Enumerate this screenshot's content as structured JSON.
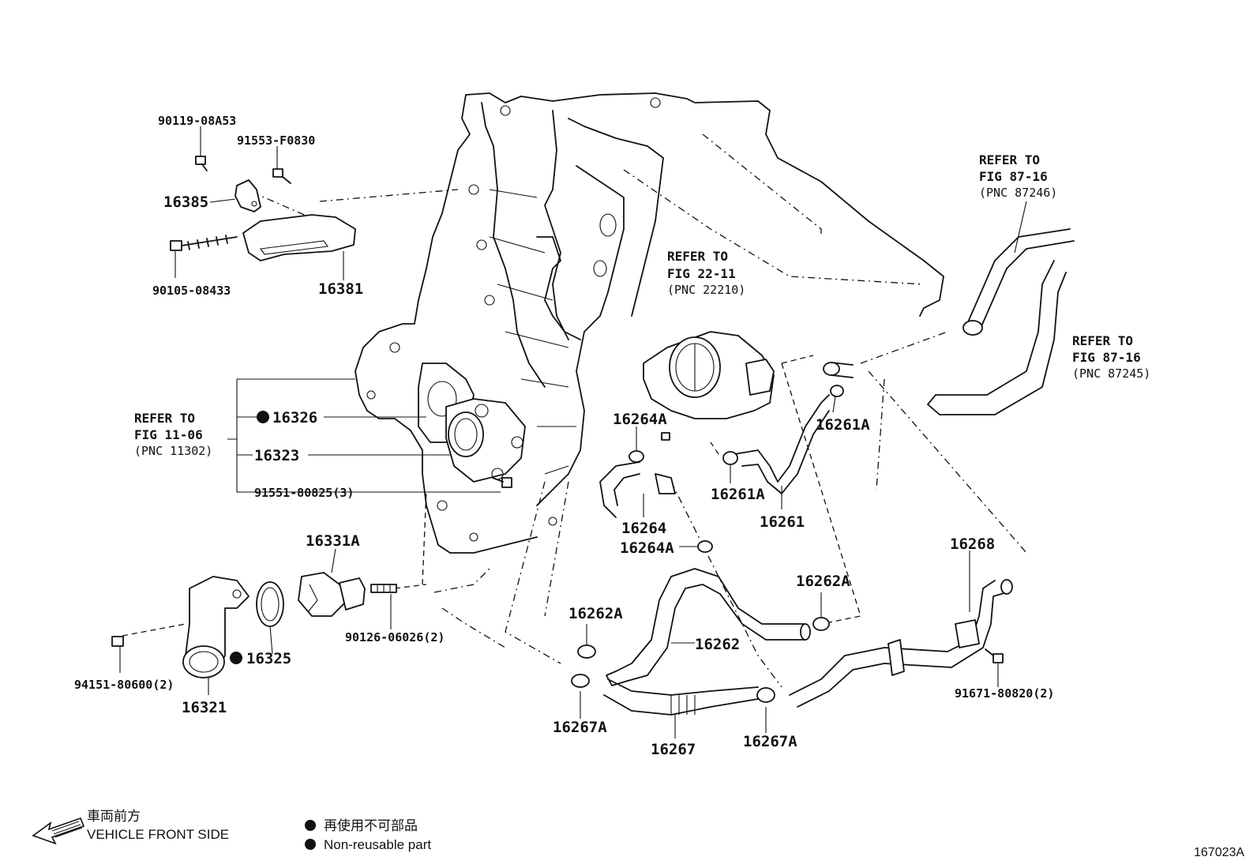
{
  "refs": {
    "fig_87_16_a": {
      "line1": "REFER TO",
      "line2": "FIG 87-16",
      "line3": "(PNC 87246)"
    },
    "fig_22_11": {
      "line1": "REFER TO",
      "line2": "FIG 22-11",
      "line3": "(PNC 22210)"
    },
    "fig_87_16_b": {
      "line1": "REFER TO",
      "line2": "FIG 87-16",
      "line3": "(PNC 87245)"
    },
    "fig_11_06": {
      "line1": "REFER TO",
      "line2": "FIG 11-06",
      "line3": "(PNC 11302)"
    }
  },
  "parts": {
    "p90119": "90119-08A53",
    "p91553": "91553-F0830",
    "p16385": "16385",
    "p90105": "90105-08433",
    "p16381": "16381",
    "p16326": "16326",
    "p16323": "16323",
    "p91551": "91551-80825(3)",
    "p16331A": "16331A",
    "p90126": "90126-06026(2)",
    "p16325": "16325",
    "p94151": "94151-80600(2)",
    "p16321": "16321",
    "p16264A_1": "16264A",
    "p16264": "16264",
    "p16264A_2": "16264A",
    "p16261A_1": "16261A",
    "p16261A_2": "16261A",
    "p16261": "16261",
    "p16262A_1": "16262A",
    "p16262A_2": "16262A",
    "p16262": "16262",
    "p16267A_1": "16267A",
    "p16267": "16267",
    "p16267A_2": "16267A",
    "p16268": "16268",
    "p91671": "91671-80820(2)"
  },
  "legend": {
    "direction_jp": "車両前方",
    "direction_en": "VEHICLE FRONT SIDE",
    "nonreusable_jp": "再使用不可部品",
    "nonreusable_en": "Non-reusable part"
  },
  "figure_id": "167023A"
}
